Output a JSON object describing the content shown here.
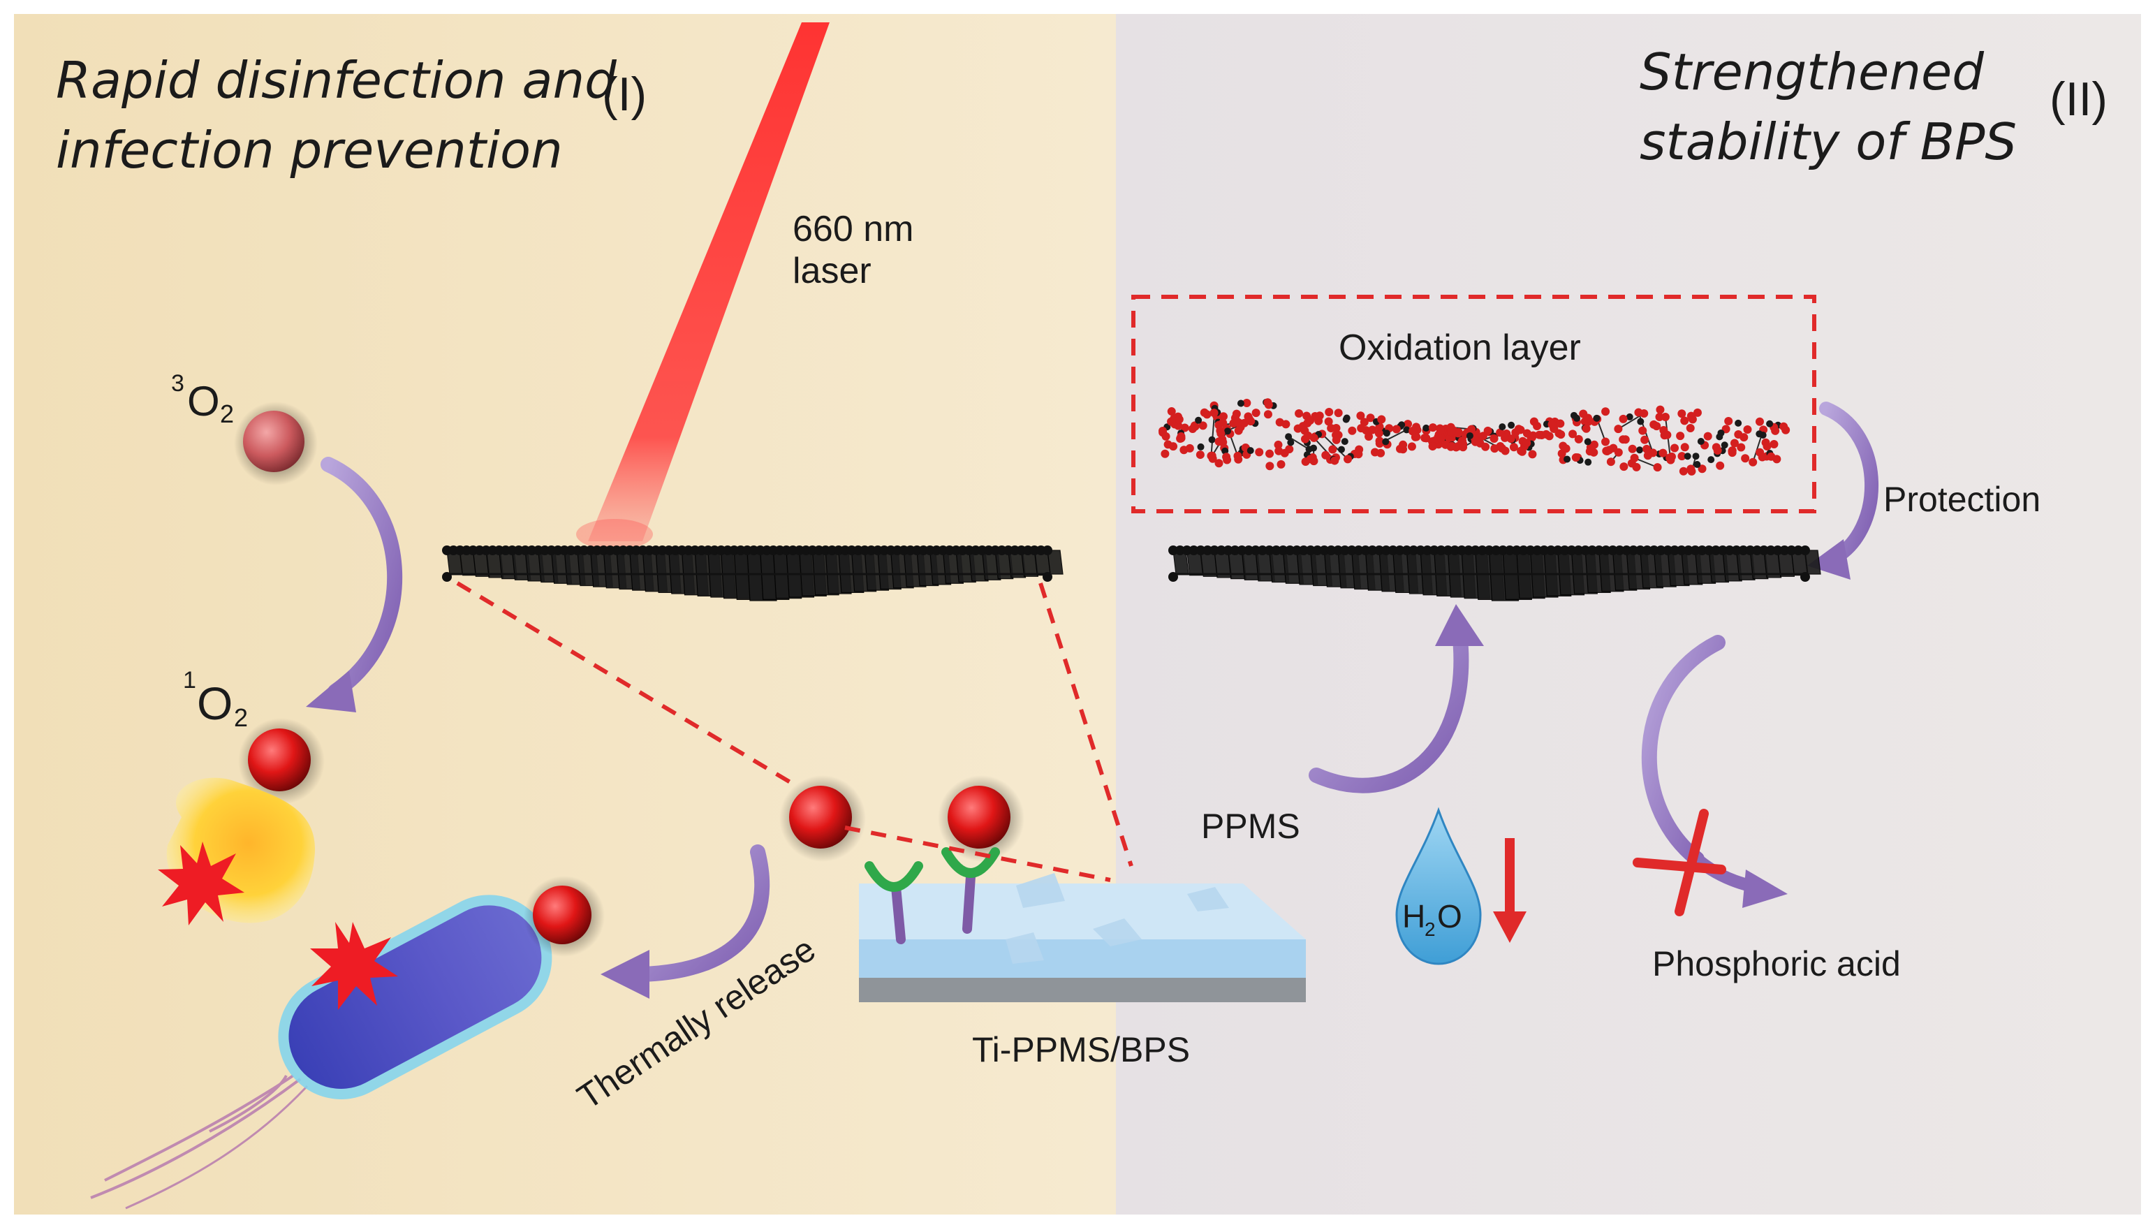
{
  "panel_left": {
    "title_line1": "Rapid disinfection and",
    "title_line2": "infection prevention",
    "numeral": "(I)",
    "laser_label_line1": "660 nm",
    "laser_label_line2": "laser",
    "triplet_oxygen": {
      "sup": "3",
      "base": "O",
      "sub": "2"
    },
    "singlet_oxygen": {
      "sup": "1",
      "base": "O",
      "sub": "2"
    },
    "thermal_label": "Thermally release",
    "substrate_label": "Ti-PPMS/BPS",
    "ppms_label": "PPMS"
  },
  "panel_right": {
    "title_line1": "Strengthened",
    "title_line2": "stability of BPS",
    "numeral": "(II)",
    "oxidation_label": "Oxidation layer",
    "protection_label": "Protection",
    "water_label": {
      "base": "H",
      "sub": "2",
      "tail": "O"
    },
    "acid_label": "Phosphoric acid"
  },
  "colors": {
    "left_background": "#f3e3c0",
    "right_background": "#e9e5e6",
    "accent_red": "#e02a2a",
    "arrow_purple": "#8e6fb8",
    "phosphorene_black": "#1a1a1a",
    "ppms_blue": "#bcdcf2",
    "bacterium_blue": "#4a55c2"
  }
}
